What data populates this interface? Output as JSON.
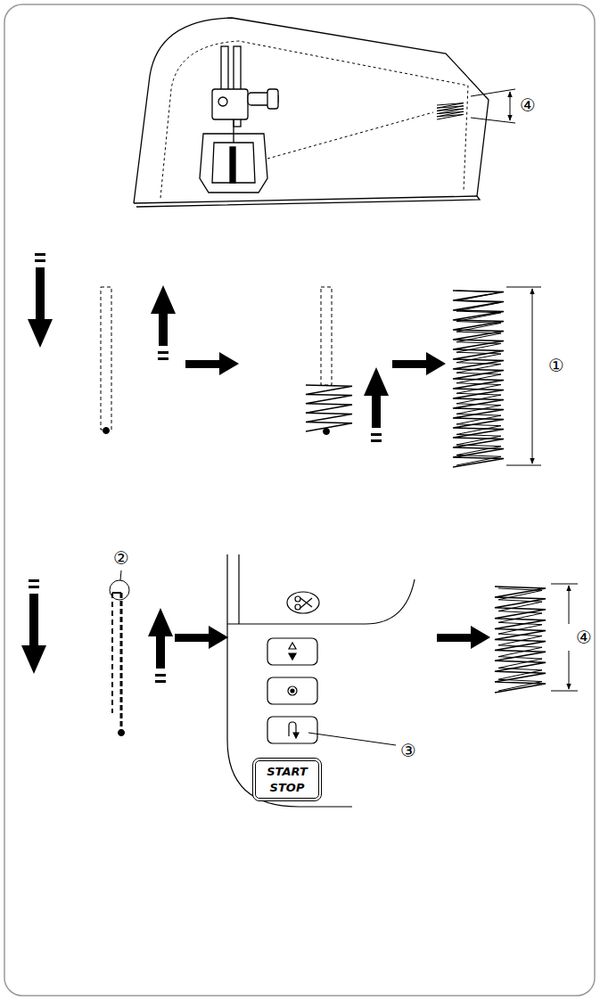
{
  "diagram": {
    "nodes": [
      {
        "text": [
          "START STOP"
        ]
      }
    ],
    "labels": [
      "④",
      "①",
      "②",
      "③",
      "④"
    ]
  }
}
